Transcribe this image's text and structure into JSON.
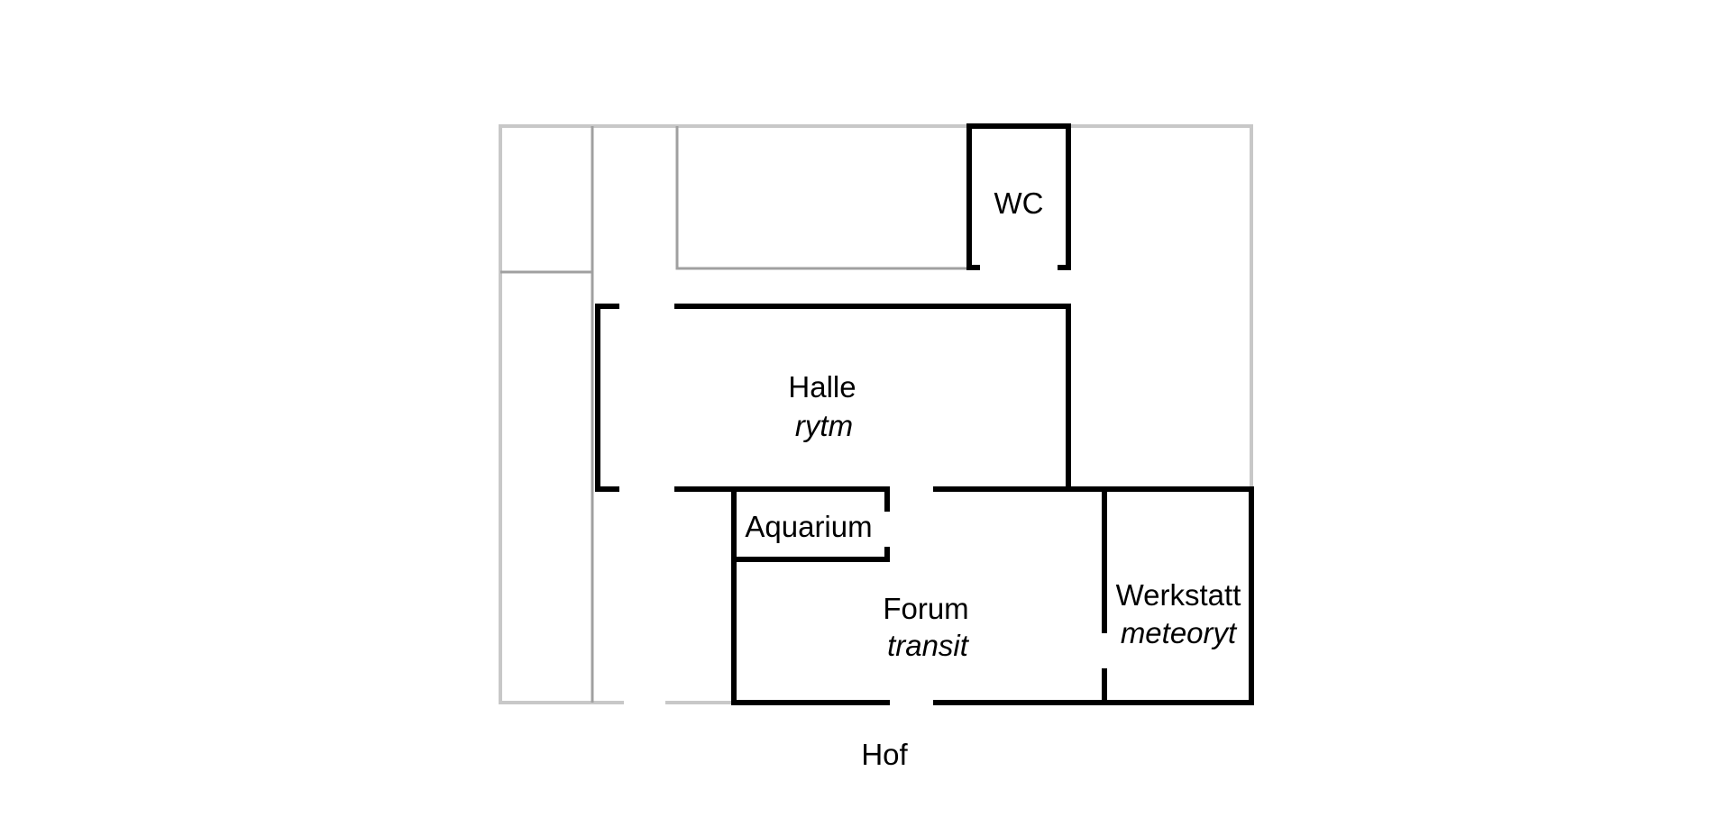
{
  "plan": {
    "colors": {
      "wall": "#000000",
      "outline": "#c8c8c8",
      "inner_outline": "#a0a0a0",
      "background": "#ffffff"
    },
    "rooms": {
      "wc": {
        "name": "WC"
      },
      "halle": {
        "name": "Halle",
        "subtitle": "rytm"
      },
      "aquarium": {
        "name": "Aquarium"
      },
      "forum": {
        "name": "Forum",
        "subtitle": "transit"
      },
      "werkstatt": {
        "name": "Werkstatt",
        "subtitle": "meteoryt"
      }
    },
    "outside": {
      "label": "Hof"
    }
  }
}
